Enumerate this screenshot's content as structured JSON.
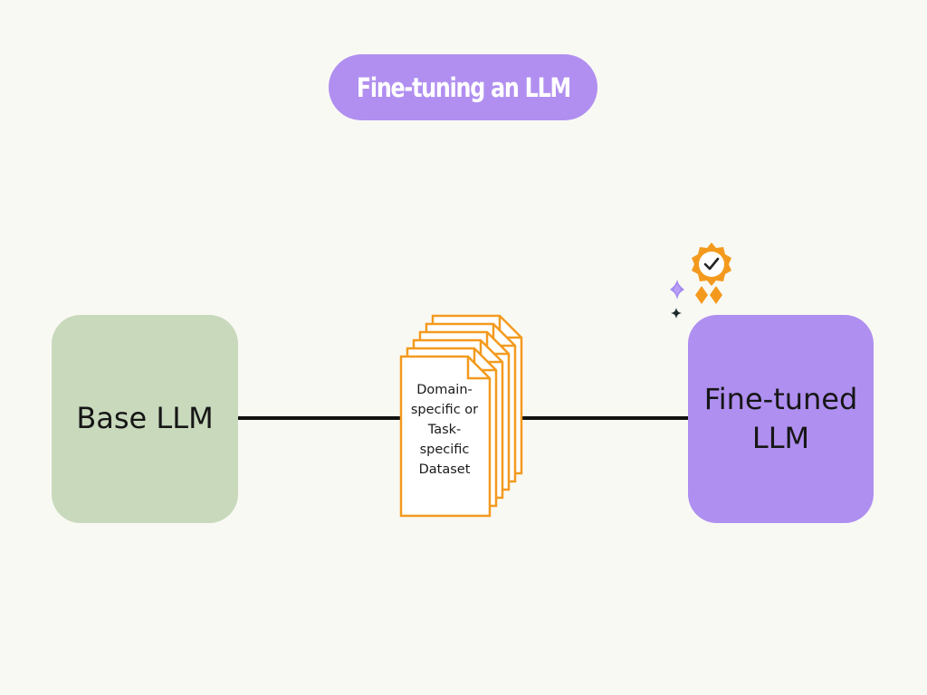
{
  "title": "Fine-tuning an LLM",
  "nodes": {
    "base": {
      "label": "Base LLM"
    },
    "dataset": {
      "label": "Domain-specific or Task-specific Dataset"
    },
    "tuned": {
      "label": "Fine-tuned LLM"
    }
  },
  "icons": {
    "dataset_icon": "document-stack-icon",
    "award_icon": "award-badge-icon",
    "sparkle_icon": "sparkle-icon"
  },
  "colors": {
    "background": "#f9f9f4",
    "title_fill": "#b18ff0",
    "base_fill": "#c9d9bc",
    "tuned_fill": "#af8ff0",
    "document_outline": "#f39a1e",
    "connector": "#111111"
  }
}
